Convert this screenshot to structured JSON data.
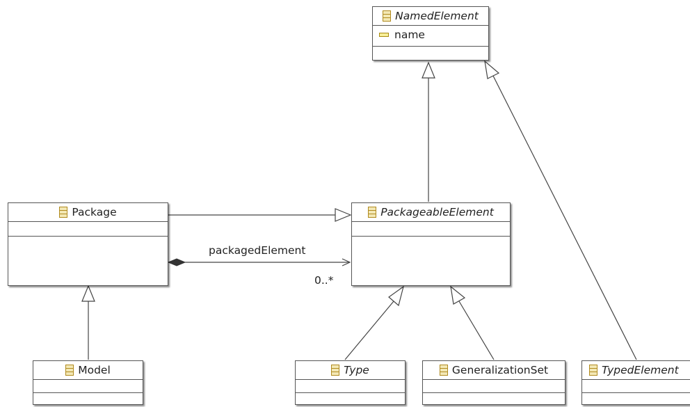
{
  "classes": {
    "named_element": {
      "name": "NamedElement",
      "attributes": [
        "name"
      ]
    },
    "package": {
      "name": "Package"
    },
    "packageable_element": {
      "name": "PackageableElement"
    },
    "model": {
      "name": "Model"
    },
    "type": {
      "name": "Type"
    },
    "generalization_set": {
      "name": "GeneralizationSet"
    },
    "typed_element": {
      "name": "TypedElement"
    }
  },
  "associations": {
    "packaged_element": {
      "role": "packagedElement",
      "multiplicity": "0..*"
    }
  },
  "icons": {
    "class": "class-icon",
    "attribute": "attribute-icon"
  },
  "colors": {
    "class_icon_fill": "#f3e8b5",
    "class_icon_stroke": "#b08a1e",
    "attribute_icon_fill": "#f7ef9a",
    "attribute_icon_stroke": "#a88a10",
    "line": "#444444"
  }
}
